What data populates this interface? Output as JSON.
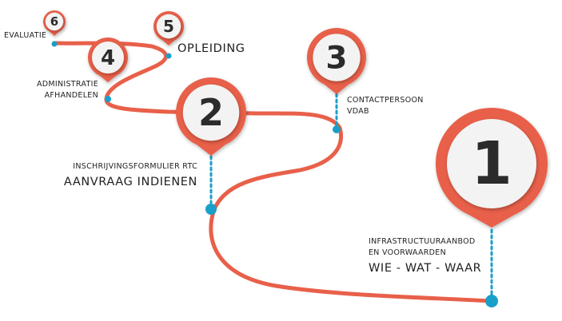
{
  "colors": {
    "path": "#e8604a",
    "marker_ring": "#e8604a",
    "marker_face": "#f3f3f3",
    "node": "#1a9fc8",
    "text": "#1f1f1f",
    "number": "#2b2b2b"
  },
  "steps": [
    {
      "number": "1",
      "label_top": "INFRASTRUCTUURAANBOD",
      "label_mid": "EN VOORWAARDEN",
      "label_main": "WIE - WAT - WAAR"
    },
    {
      "number": "2",
      "label_top": "INSCHRIJVINGSFORMULIER RTC",
      "label_main": "AANVRAAG INDIENEN"
    },
    {
      "number": "3",
      "label_top": "CONTACTPERSOON",
      "label_mid": "VDAB"
    },
    {
      "number": "4",
      "label_top": "ADMINISTRATIE",
      "label_mid": "AFHANDELEN"
    },
    {
      "number": "5",
      "label_main": "OPLEIDING"
    },
    {
      "number": "6",
      "label_top": "EVALUATIE"
    }
  ]
}
